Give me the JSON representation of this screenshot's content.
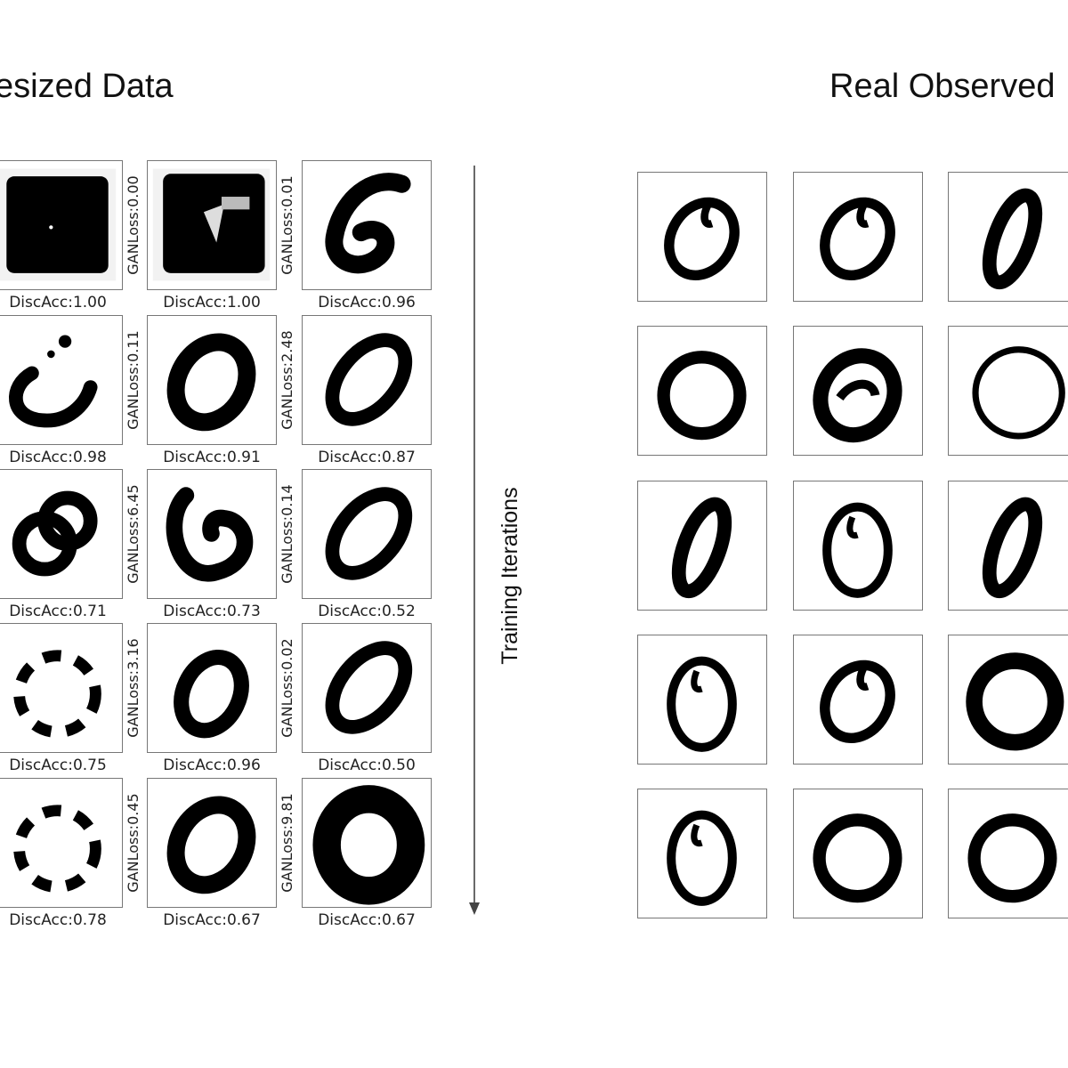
{
  "titles": {
    "left": "esized Data",
    "right": "Real Observed"
  },
  "axis": {
    "label": "Training Iterations"
  },
  "synthesized": {
    "rows": [
      [
        {
          "disc_acc": "DiscAcc:1.00",
          "gan_loss": "GANLoss:0.00",
          "glyph": "solid-square"
        },
        {
          "disc_acc": "DiscAcc:1.00",
          "gan_loss": "GANLoss:0.01",
          "glyph": "solid-square-hole"
        },
        {
          "disc_acc": "DiscAcc:0.96",
          "gan_loss": null,
          "glyph": "six-shape"
        }
      ],
      [
        {
          "disc_acc": "DiscAcc:0.98",
          "gan_loss": "GANLoss:0.11",
          "glyph": "hook"
        },
        {
          "disc_acc": "DiscAcc:0.91",
          "gan_loss": "GANLoss:2.48",
          "glyph": "thick-ring"
        },
        {
          "disc_acc": "DiscAcc:0.87",
          "gan_loss": null,
          "glyph": "tilted-ring"
        }
      ],
      [
        {
          "disc_acc": "DiscAcc:0.71",
          "gan_loss": "GANLoss:6.45",
          "glyph": "double-ring"
        },
        {
          "disc_acc": "DiscAcc:0.73",
          "gan_loss": "GANLoss:0.14",
          "glyph": "heart-ring"
        },
        {
          "disc_acc": "DiscAcc:0.52",
          "gan_loss": null,
          "glyph": "tilted-ring"
        }
      ],
      [
        {
          "disc_acc": "DiscAcc:0.75",
          "gan_loss": "GANLoss:3.16",
          "glyph": "broken-ring"
        },
        {
          "disc_acc": "DiscAcc:0.96",
          "gan_loss": "GANLoss:0.02",
          "glyph": "ring"
        },
        {
          "disc_acc": "DiscAcc:0.50",
          "gan_loss": null,
          "glyph": "tilted-ring"
        }
      ],
      [
        {
          "disc_acc": "DiscAcc:0.78",
          "gan_loss": "GANLoss:0.45",
          "glyph": "broken-ring"
        },
        {
          "disc_acc": "DiscAcc:0.67",
          "gan_loss": "GANLoss:9.81",
          "glyph": "thick-ring"
        },
        {
          "disc_acc": "DiscAcc:0.67",
          "gan_loss": null,
          "glyph": "bold-ring"
        }
      ]
    ]
  },
  "real": {
    "rows": [
      [
        "tilted-zero",
        "tilted-zero",
        "narrow-zero"
      ],
      [
        "round-zero",
        "scribble-zero",
        "thin-round-zero"
      ],
      [
        "narrow-zero",
        "oval-zero",
        "narrow-zero"
      ],
      [
        "oval-zero",
        "tilted-zero",
        "bold-round-zero"
      ],
      [
        "oval-zero",
        "round-zero",
        "round-zero"
      ]
    ]
  },
  "colors": {
    "ink": "#000000",
    "frame": "#777777",
    "background": "#ffffff"
  }
}
